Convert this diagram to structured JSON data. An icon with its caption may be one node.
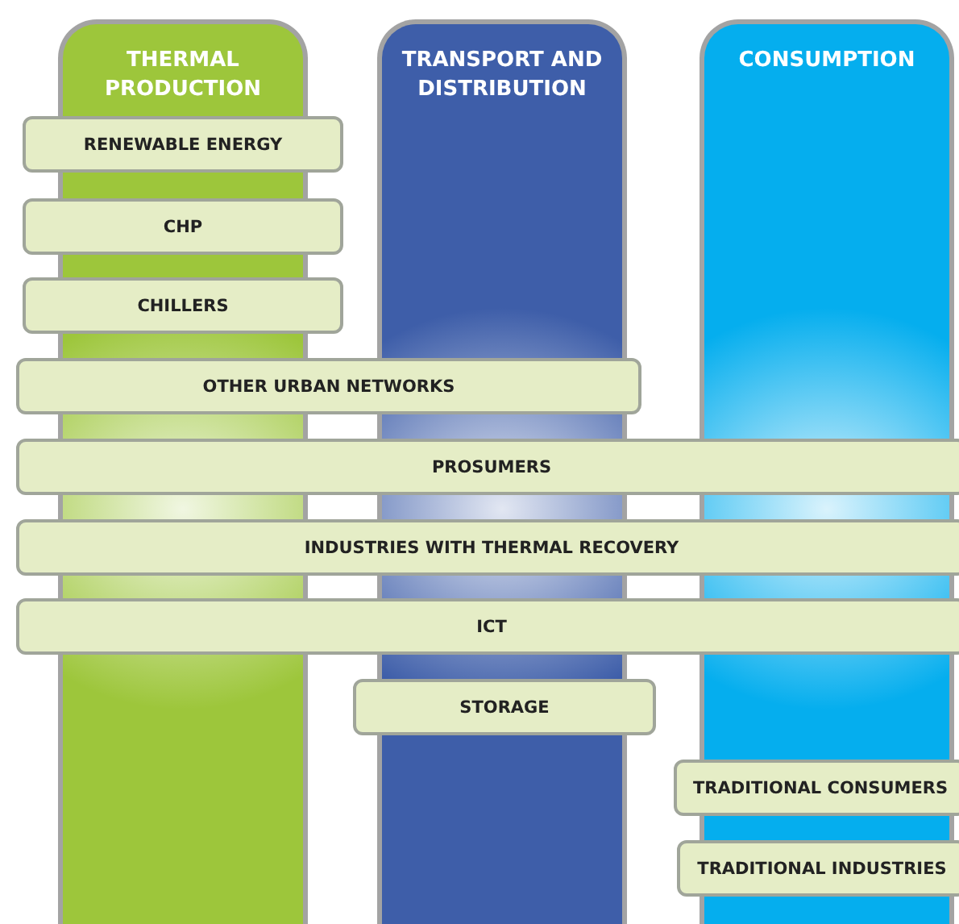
{
  "diagram": {
    "nodes": [
      {
        "text": [
          "THERMAL PRODUCTION"
        ]
      },
      {
        "text": [
          "TRANSPORT AND DISTRIBUTION"
        ]
      },
      {
        "text": [
          "CONSUMPTION"
        ]
      },
      {
        "text": [
          "RENEWABLE ENERGY"
        ]
      },
      {
        "text": [
          "CHP"
        ]
      },
      {
        "text": [
          "CHILLERS"
        ]
      },
      {
        "text": [
          "OTHER URBAN NETWORKS"
        ]
      },
      {
        "text": [
          "PROSUMERS"
        ]
      },
      {
        "text": [
          "INDUSTRIES WITH THERMAL RECOVERY"
        ]
      },
      {
        "text": [
          "ICT"
        ]
      },
      {
        "text": [
          "STORAGE"
        ]
      },
      {
        "text": [
          "TRADITIONAL CONSUMERS"
        ]
      },
      {
        "text": [
          "TRADITIONAL INDUSTRIES"
        ]
      }
    ]
  }
}
